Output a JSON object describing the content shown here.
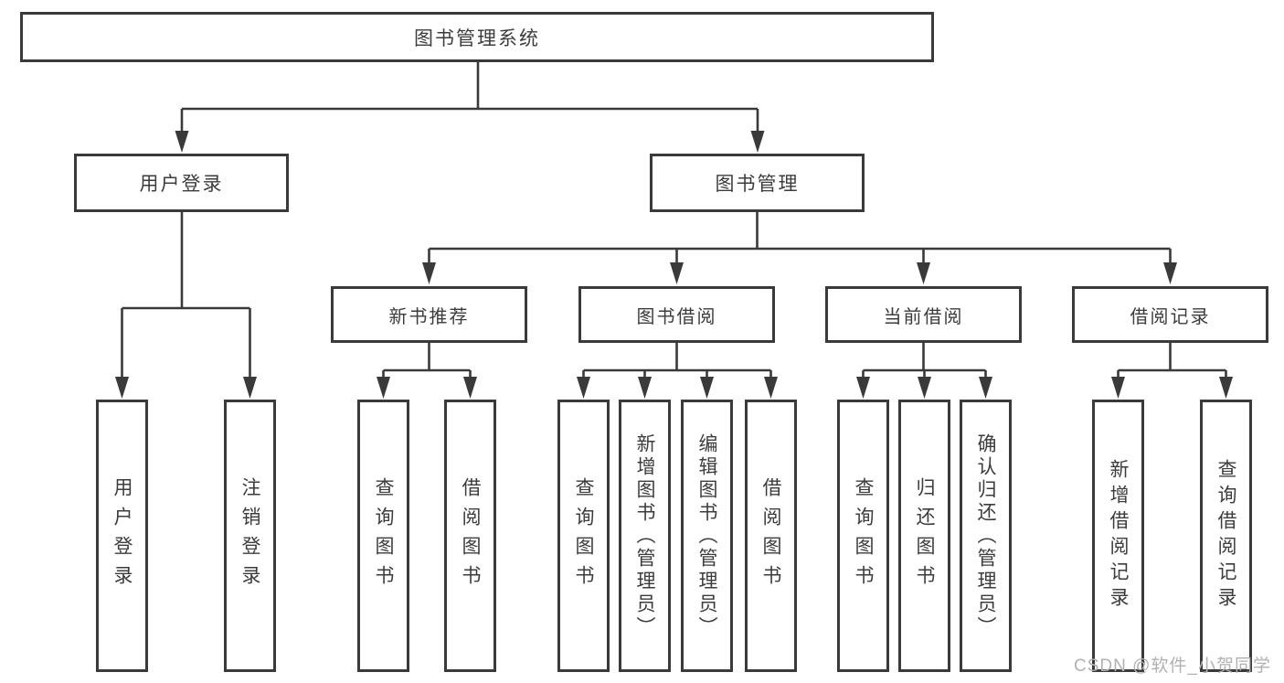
{
  "diagram_title": "图书管理系统",
  "colors": {
    "background": "#ffffff",
    "box_border": "#3a3a3a",
    "connector_line": "#3a3a3a",
    "text": "#3c3c3c",
    "watermark_text": "#b1b1b1"
  },
  "tree": {
    "label": "图书管理系统",
    "children": [
      {
        "label": "用户登录",
        "children": [
          {
            "label": "用户登录"
          },
          {
            "label": "注销登录"
          }
        ]
      },
      {
        "label": "图书管理",
        "children": [
          {
            "label": "新书推荐",
            "children": [
              {
                "label": "查询图书"
              },
              {
                "label": "借阅图书"
              }
            ]
          },
          {
            "label": "图书借阅",
            "children": [
              {
                "label": "查询图书"
              },
              {
                "label": "新增图书（管理员）"
              },
              {
                "label": "编辑图书（管理员）"
              },
              {
                "label": "借阅图书"
              }
            ]
          },
          {
            "label": "当前借阅",
            "children": [
              {
                "label": "查询图书"
              },
              {
                "label": "归还图书"
              },
              {
                "label": "确认归还（管理员）"
              }
            ]
          },
          {
            "label": "借阅记录",
            "children": [
              {
                "label": "新增借阅记录"
              },
              {
                "label": "查询借阅记录"
              }
            ]
          }
        ]
      }
    ]
  },
  "watermark": {
    "text": "CSDN @软件_小贺同学"
  }
}
